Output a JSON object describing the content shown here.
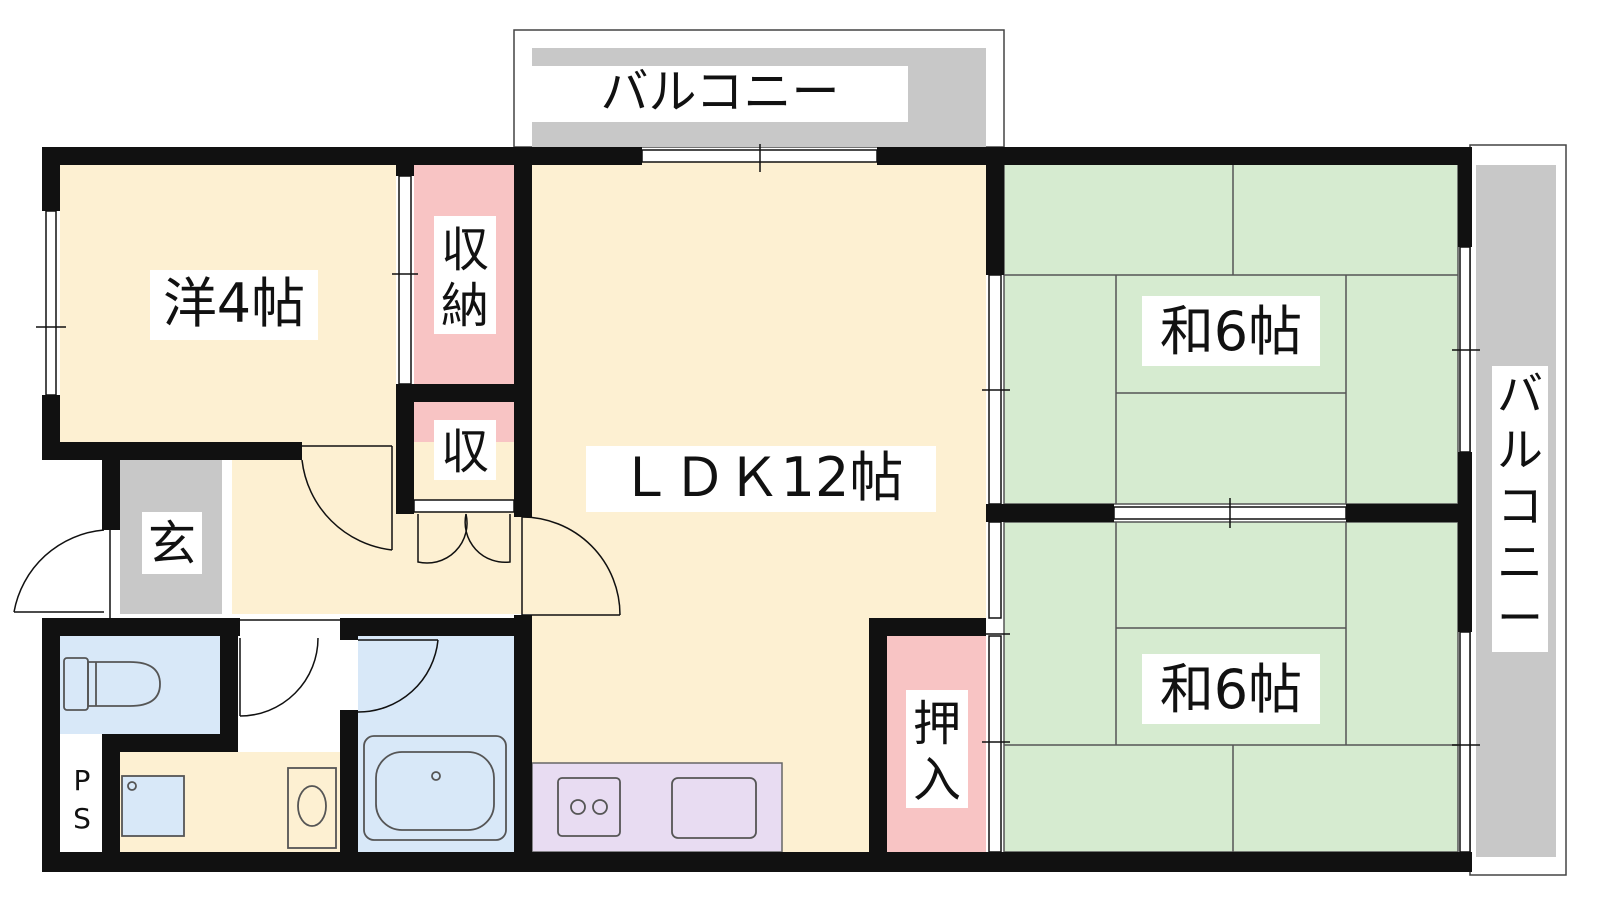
{
  "rooms": {
    "western": "洋4帖",
    "ldk": "ＬＤＫ12帖",
    "japanese_upper": "和6帖",
    "japanese_lower": "和6帖",
    "entrance": "玄",
    "storage_1_top": "収",
    "storage_1_bottom": "納",
    "storage_2": "収",
    "closet_top": "押",
    "closet_bottom": "入",
    "ps_top": "P",
    "ps_bottom": "S",
    "balcony_top": "バルコニー",
    "balcony_side_chars": [
      "バ",
      "ル",
      "コ",
      "ニ",
      "ー"
    ]
  },
  "colors": {
    "wall": "#111111",
    "western_floor": "#fdf0d2",
    "ldk_floor": "#fdf0d2",
    "tatami": "#d6ebd0",
    "storage": "#f8c4c4",
    "entrance": "#c8c8c8",
    "water": "#d8e8f8",
    "kitchen": "#e8dcf2",
    "balcony": "#c8c8c8"
  }
}
